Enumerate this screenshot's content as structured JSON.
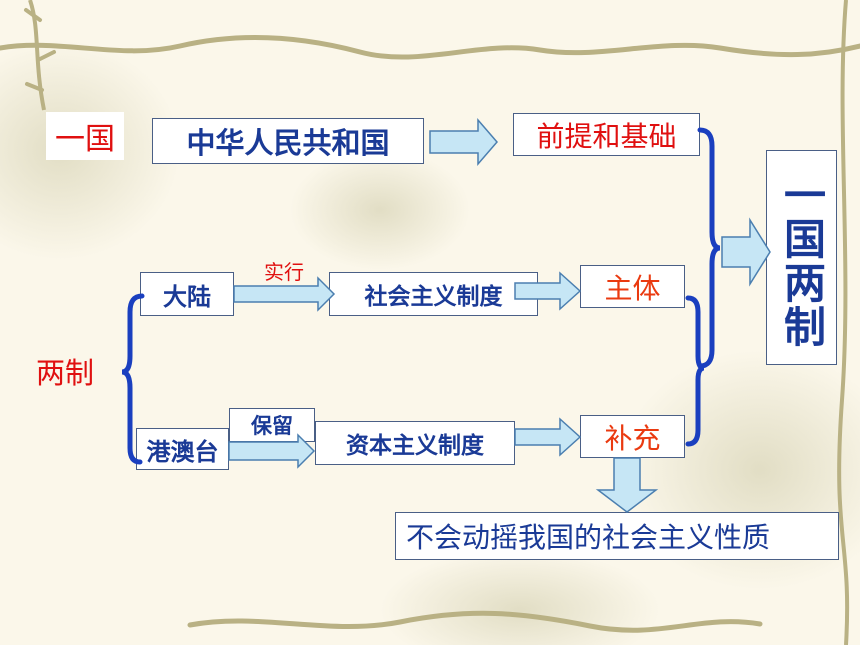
{
  "one_country": {
    "label": "一国",
    "prc": "中华人民共和国",
    "premise": "前提和基础"
  },
  "two_systems": {
    "label": "两制",
    "mainland": "大陆",
    "implements": "实行",
    "socialist_system": "社会主义制度",
    "main_body": "主体",
    "hk_macao_taiwan": "港澳台",
    "retains": "保留",
    "capitalist_system": "资本主义制度",
    "supplement": "补充"
  },
  "result": "一国两制",
  "conclusion": "不会动摇我国的社会主义性质",
  "colors": {
    "blue_text": "#1a3a96",
    "red_text": "#e01010",
    "bracket": "#1a3fbf",
    "arrow_fill": "#c6e6f5",
    "arrow_stroke": "#4b7fb0"
  }
}
